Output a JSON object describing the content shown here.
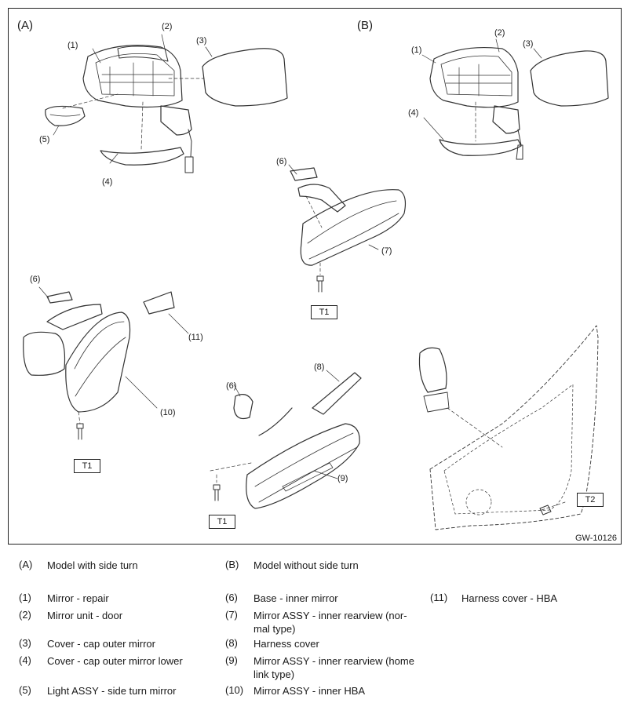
{
  "diagram": {
    "variant_a_label": "(A)",
    "variant_b_label": "(B)",
    "figure_code": "GW-10126",
    "callouts": [
      "(1)",
      "(2)",
      "(3)",
      "(4)",
      "(5)",
      "(6)",
      "(7)",
      "(8)",
      "(9)",
      "(10)",
      "(11)"
    ],
    "torque_labels": [
      "T1",
      "T1",
      "T1",
      "T2"
    ]
  },
  "legend": {
    "variants": [
      {
        "code": "(A)",
        "text": "Model with side turn"
      },
      {
        "code": "(B)",
        "text": "Model without side turn"
      }
    ],
    "items": [
      {
        "code": "(1)",
        "text": "Mirror - repair"
      },
      {
        "code": "(2)",
        "text": "Mirror unit - door"
      },
      {
        "code": "(3)",
        "text": "Cover - cap outer mirror"
      },
      {
        "code": "(4)",
        "text": "Cover - cap outer mirror lower"
      },
      {
        "code": "(5)",
        "text": "Light ASSY - side turn mirror"
      },
      {
        "code": "(6)",
        "text": "Base - inner mirror"
      },
      {
        "code": "(7)",
        "text": "Mirror ASSY - inner rearview (nor-mal type)"
      },
      {
        "code": "(8)",
        "text": "Harness cover"
      },
      {
        "code": "(9)",
        "text": "Mirror ASSY - inner rearview (home link type)"
      },
      {
        "code": "(10)",
        "text": "Mirror ASSY - inner HBA"
      },
      {
        "code": "(11)",
        "text": "Harness cover - HBA"
      }
    ]
  }
}
